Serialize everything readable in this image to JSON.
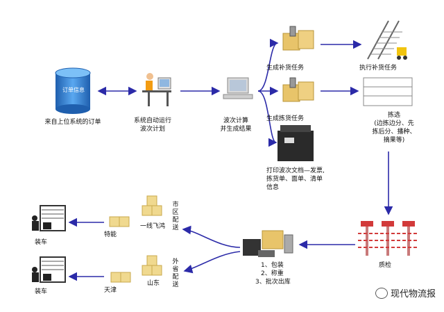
{
  "nodes": {
    "order_db": {
      "label": "订单信息",
      "caption": "来自上位系统的订单"
    },
    "operator": {
      "caption": "系统自动运行\n波次计划"
    },
    "computer": {
      "caption": "波次计算\n并生成结果"
    },
    "replenish": {
      "label": "生成补货任务"
    },
    "pick_task": {
      "label": "生成拣货任务"
    },
    "printer": {
      "caption": "打印波次文档—发票,\n拣货单、面单、清单\n信息"
    },
    "exec_replenish": {
      "label": "执行补货任务"
    },
    "picking": {
      "caption": "拣选\n(边拣边分、先\n拣后分、播种、\n摘果等)"
    },
    "qc": {
      "label": "质检"
    },
    "pack": {
      "steps": [
        "1、包装",
        "2、称重",
        "3、批次出库"
      ]
    },
    "city_route": {
      "vertical": "市区配送",
      "box": "一线飞鸿",
      "dest": "特能",
      "truck": "装车"
    },
    "prov_route": {
      "vertical": "外省配送",
      "box": "山东",
      "dest": "天津",
      "truck": "装车"
    }
  },
  "watermark": "现代物流报",
  "colors": {
    "arrow": "#2b2aa8",
    "db": "#2a7fd4",
    "box": "#e8c46a",
    "rack": "#d23a3a"
  }
}
